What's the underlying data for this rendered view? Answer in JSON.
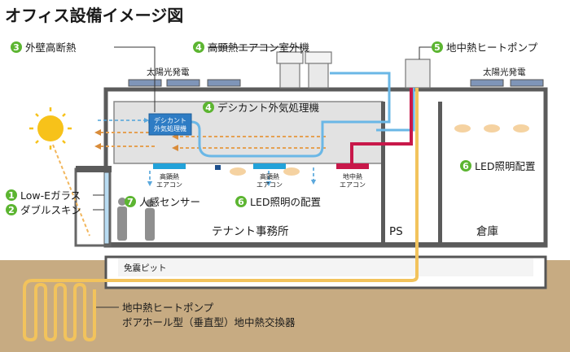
{
  "title": "オフィス設備イメージ図",
  "callouts": {
    "c3": {
      "num": "3",
      "text": "外壁高断熱"
    },
    "c4a": {
      "num": "4",
      "text": "高顕熱エアコン室外機"
    },
    "c5": {
      "num": "5",
      "text": "地中熱ヒートポンプ"
    },
    "c4b": {
      "num": "4",
      "text": "デシカント外気処理機"
    },
    "c6a": {
      "num": "6",
      "text": "LED照明配置"
    },
    "c1": {
      "num": "1",
      "text": "Low-Eガラス"
    },
    "c2": {
      "num": "2",
      "text": "ダブルスキン"
    },
    "c7": {
      "num": "7",
      "text": "人感センサー"
    },
    "c6b": {
      "num": "6",
      "text": "LED照明の配置"
    }
  },
  "roof_labels": {
    "solar_left": "太陽光発電",
    "solar_right": "太陽光発電"
  },
  "equipment": {
    "desiccant_line1": "デシカント",
    "desiccant_line2": "外気処理機",
    "ac1_line1": "高顕熱",
    "ac1_line2": "エアコン",
    "ac2_line1": "高顕熱",
    "ac2_line2": "エアコン",
    "geo_ac_line1": "地中熱",
    "geo_ac_line2": "エアコン"
  },
  "rooms": {
    "tenant": "テナント事務所",
    "ps": "PS",
    "warehouse": "倉庫",
    "pit": "免震ピット"
  },
  "ground": {
    "line1": "地中熱ヒートポンプ",
    "line2": "ボアホール型（垂直型）地中熱交換器"
  },
  "colors": {
    "green": "#5cb531",
    "cool_air": "#6ab7e6",
    "warm_air": "#e5a052",
    "hot_pipe": "#c8184a",
    "ground": "#c7ab82",
    "duct": "#e2e2e2"
  }
}
